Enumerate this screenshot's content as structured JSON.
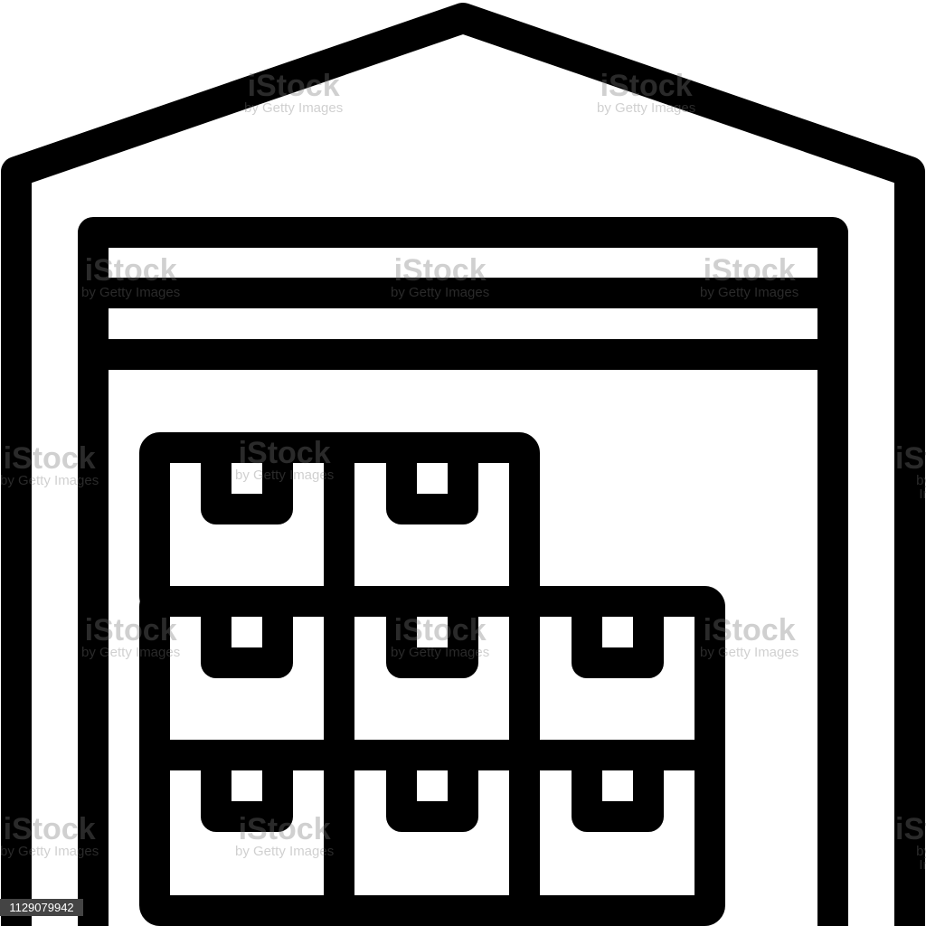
{
  "icon": {
    "subject": "warehouse-with-stacked-boxes",
    "stroke_color": "#000000",
    "background_color": "#ffffff"
  },
  "watermark": {
    "brand": "iStock",
    "tagline": "by Getty Images"
  },
  "image_id": "1129079942"
}
